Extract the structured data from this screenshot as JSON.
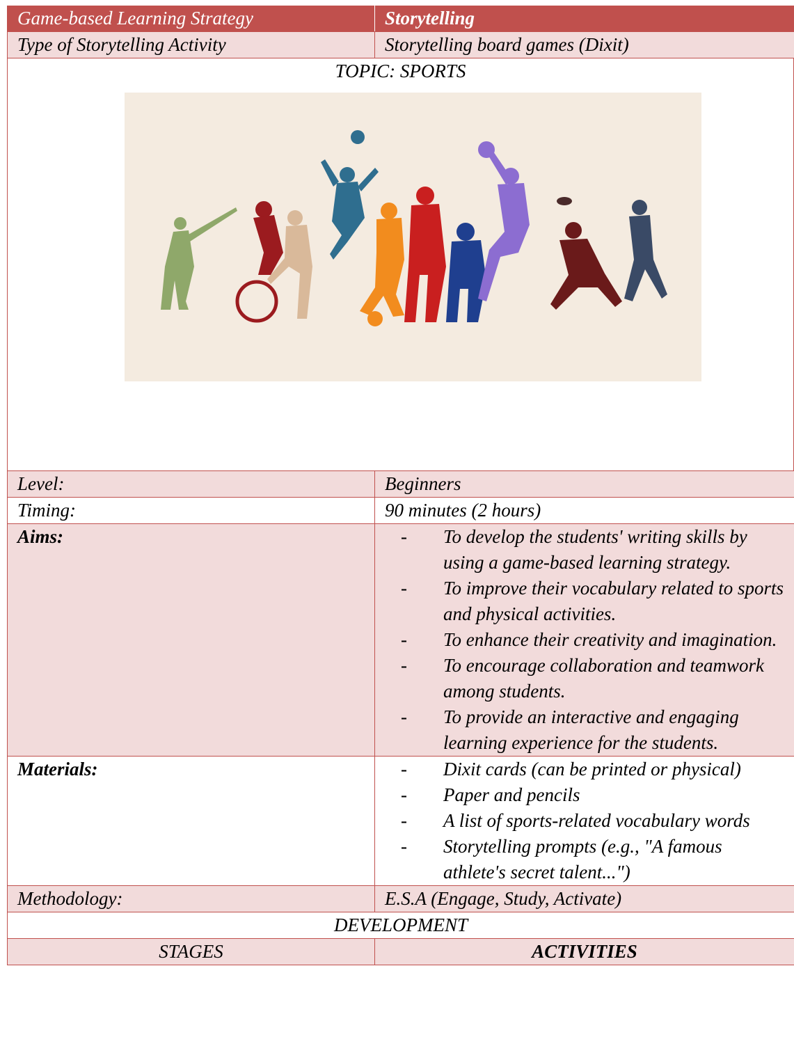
{
  "header": {
    "strategy_label": "Game-based Learning Strategy",
    "strategy_value": "Storytelling"
  },
  "type_row": {
    "label": "Type of Storytelling  Activity",
    "value": "Storytelling board games (Dixit)"
  },
  "topic": "TOPIC: SPORTS",
  "level": {
    "label": "Level:",
    "value": "Beginners"
  },
  "timing": {
    "label": "Timing:",
    "value": "90 minutes (2 hours)"
  },
  "aims": {
    "label": "Aims:",
    "items": [
      "To develop the students' writing skills by using a game-based learning strategy.",
      "To improve their vocabulary related to sports and physical activities.",
      "To enhance their creativity and imagination.",
      "To encourage collaboration and teamwork among students.",
      "To provide an interactive and engaging learning experience for the students."
    ]
  },
  "materials": {
    "label": "Materials:",
    "items": [
      "Dixit cards (can be printed or physical)",
      "Paper and pencils",
      "A list of sports-related vocabulary words",
      "Storytelling prompts (e.g., \"A famous athlete's secret talent...\")"
    ]
  },
  "methodology": {
    "label": "Methodology:",
    "value": "E.S.A (Engage, Study, Activate)"
  },
  "development": "DEVELOPMENT",
  "columns": {
    "stages": "STAGES",
    "activities": "ACTIVITIES"
  },
  "colors": {
    "header_bg": "#c0504d",
    "row_pink": "#f2dbdb",
    "image_bg": "#f4ebe0"
  }
}
